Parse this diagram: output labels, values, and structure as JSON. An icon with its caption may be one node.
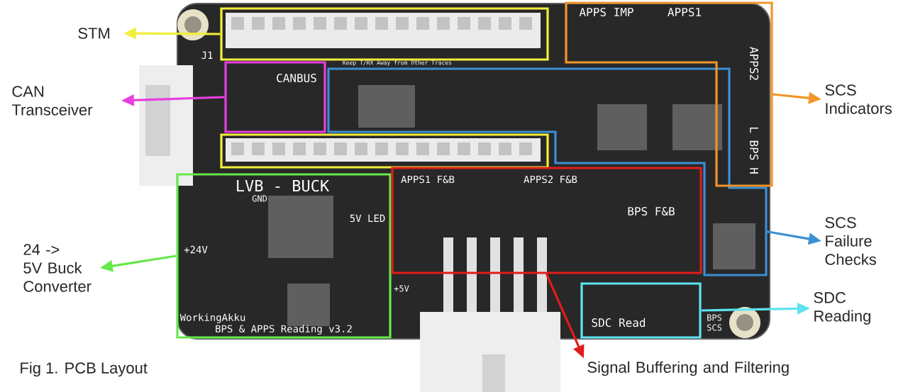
{
  "diagram": {
    "caption": "Fig 1. PCB Layout",
    "nodes": [
      {
        "text": [
          "STM"
        ]
      },
      {
        "text": [
          "CAN Transceiver"
        ]
      },
      {
        "text": [
          "24 -> 5V Buck Converter"
        ]
      },
      {
        "text": [
          "SCS Indicators"
        ]
      },
      {
        "text": [
          "SCS Failure Checks"
        ]
      },
      {
        "text": [
          "SDC Reading"
        ]
      },
      {
        "text": [
          "Signal Buffering and Filtering"
        ]
      },
      {
        "text": [],
        "shape": "picture"
      },
      {
        "text": [],
        "shape": "box",
        "in": 7
      },
      {
        "text": [],
        "shape": "box",
        "in": 7
      },
      {
        "text": [],
        "shape": "box",
        "in": 7
      },
      {
        "text": [],
        "shape": "box",
        "in": 7
      },
      {
        "text": [],
        "shape": "box",
        "in": 7
      },
      {
        "text": [],
        "shape": "box",
        "in": 7
      },
      {
        "text": [],
        "shape": "box",
        "in": 7
      },
      {
        "text": [],
        "shape": "box",
        "in": 7
      }
    ],
    "edges": [
      {
        "from": 8,
        "to": 0,
        "arrow": "to",
        "color": "#f2ef3a"
      },
      {
        "from": 9,
        "to": 1,
        "arrow": "to",
        "color": "#e83ee0"
      },
      {
        "from": 13,
        "to": 2,
        "arrow": "to",
        "color": "#66e84a"
      },
      {
        "from": 12,
        "to": 3,
        "arrow": "to",
        "color": "#f0962a"
      },
      {
        "from": 10,
        "to": 4,
        "arrow": "to",
        "color": "#3a90d4"
      },
      {
        "from": 15,
        "to": 5,
        "arrow": "to",
        "color": "#5ee3f0"
      },
      {
        "from": 14,
        "to": 6,
        "arrow": "to",
        "color": "#e21c1c"
      }
    ],
    "labels": [
      "J1",
      "Keep T/RX Away from Other Traces",
      "CANBUS",
      "APPS IMP",
      "APPS1",
      "APPS2",
      "L BPS H",
      "LVB - BUCK",
      "GND",
      "5V LED",
      "+24V",
      "WorkingAkku",
      "BPS & APPS Reading v3.2",
      "APPS1 F&B",
      "APPS2 F&B",
      "BPS F&B",
      "+5V",
      "SDC Read",
      "BPS SCS"
    ]
  }
}
